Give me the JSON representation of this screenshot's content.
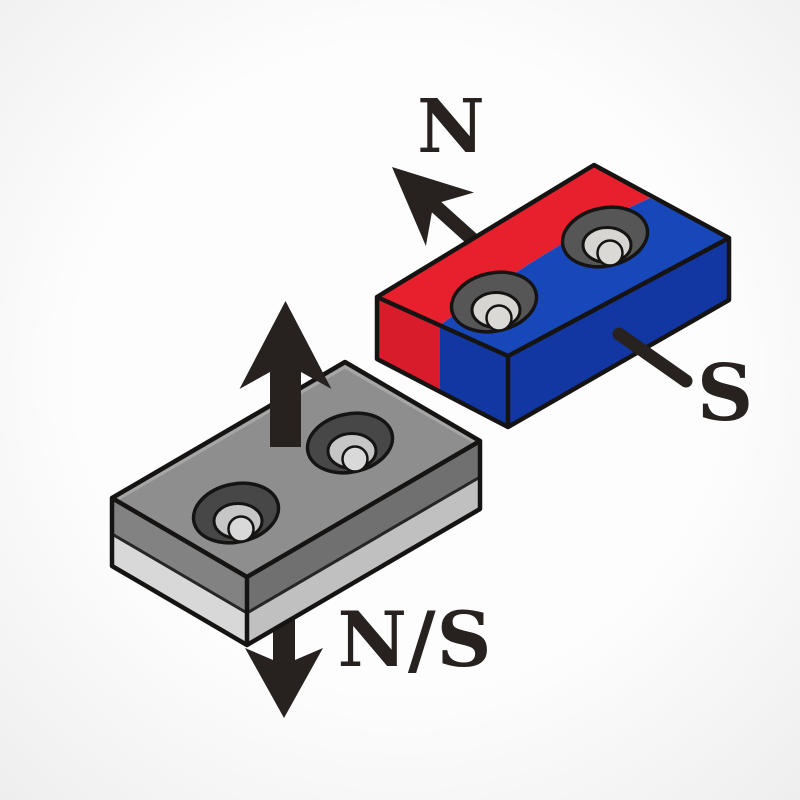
{
  "labels": {
    "top_magnet_north": "N",
    "top_magnet_south": "S",
    "bottom_magnet_poles": "N/S"
  },
  "top_magnet": {
    "kind": "countersunk block magnet, polarised through width",
    "hole_count": 2,
    "north_half_color_name": "red",
    "south_half_color_name": "blue"
  },
  "bottom_magnet": {
    "kind": "countersunk block magnet in steel channel, polarised through thickness",
    "hole_count": 2
  },
  "colors": {
    "bg_center": "#fdfdfd",
    "bg_edge": "#eeeeee",
    "outline": "#161413",
    "separator": "#262626",
    "ink": "#272120",
    "red_top": "#e8202e",
    "red_side": "#d91c2b",
    "blue_top": "#1747b8",
    "blue_side": "#1237a2",
    "gray_top": "#8e8e8e",
    "gray_left": "#828282",
    "gray_front": "#707070",
    "steel_left": "#d8d8d8",
    "steel_front": "#c0c0c0",
    "ring_color_top": "#575656",
    "ring_color_gray": "#474747",
    "cone_color_top": "#d7d5d1",
    "cone_color_gray": "#c6c6c6",
    "bore_color_top": "#dbd9d5",
    "bore_color_gray": "#d9d9d9"
  }
}
